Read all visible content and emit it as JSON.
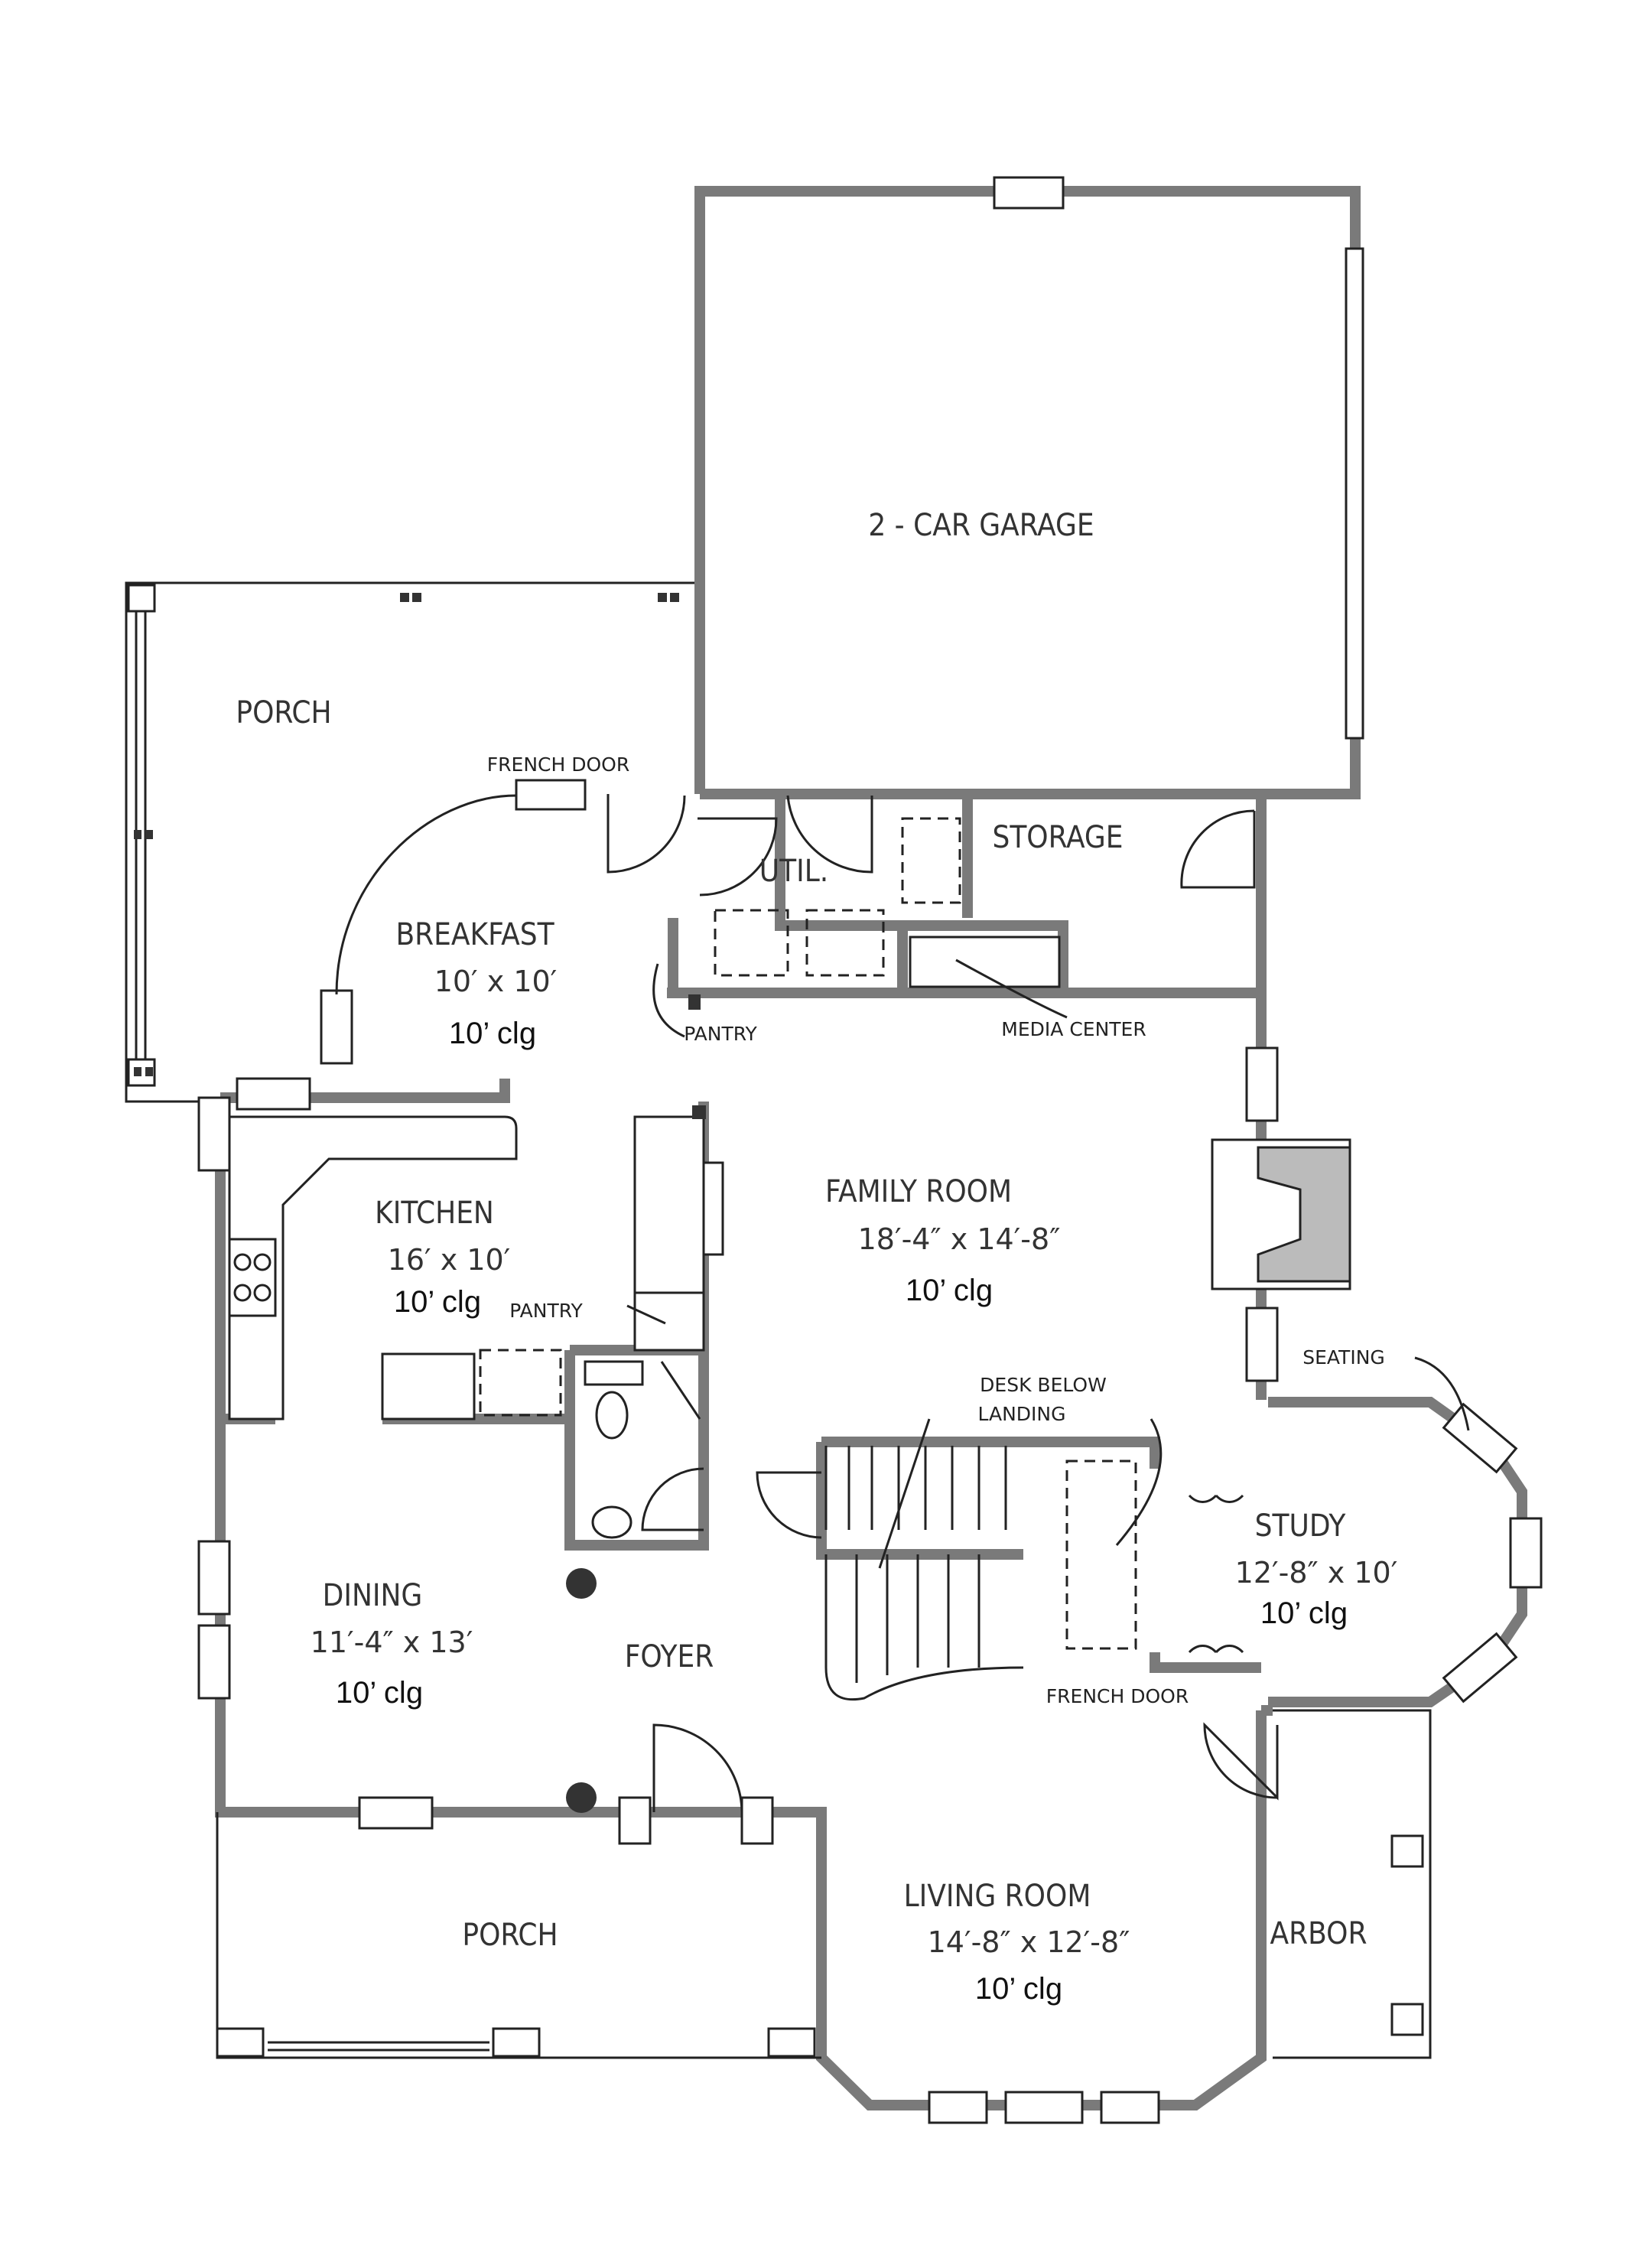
{
  "rooms": {
    "garage": {
      "name": "2 - CAR GARAGE"
    },
    "porch_rear": {
      "name": "PORCH"
    },
    "storage": {
      "name": "STORAGE"
    },
    "util": {
      "name": "UTIL."
    },
    "breakfast": {
      "name": "BREAKFAST",
      "size": "10′ x 10′",
      "ceiling": "10’ clg"
    },
    "family": {
      "name": "FAMILY ROOM",
      "size": "18′-4″ x 14′-8″",
      "ceiling": "10’ clg"
    },
    "kitchen": {
      "name": "KITCHEN",
      "size": "16′ x 10′",
      "ceiling": "10’ clg"
    },
    "study": {
      "name": "STUDY",
      "size": "12′-8″ x 10′",
      "ceiling": "10’ clg"
    },
    "dining": {
      "name": "DINING",
      "size": "11′-4″ x 13′",
      "ceiling": "10’ clg"
    },
    "foyer": {
      "name": "FOYER"
    },
    "porch_front": {
      "name": "PORCH"
    },
    "living": {
      "name": "LIVING ROOM",
      "size": "14′-8″ x 12′-8″",
      "ceiling": "10’ clg"
    },
    "arbor": {
      "name": "ARBOR"
    }
  },
  "notes": {
    "french_door_top": "FRENCH DOOR",
    "pantry_breakfast": "PANTRY",
    "media_center": "MEDIA CENTER",
    "pantry_kitchen": "PANTRY",
    "seating": "SEATING",
    "desk_below": "DESK BELOW",
    "landing": "LANDING",
    "french_door_study": "FRENCH DOOR"
  },
  "colors": {
    "wall": "#7a7a7a",
    "line": "#222222"
  }
}
